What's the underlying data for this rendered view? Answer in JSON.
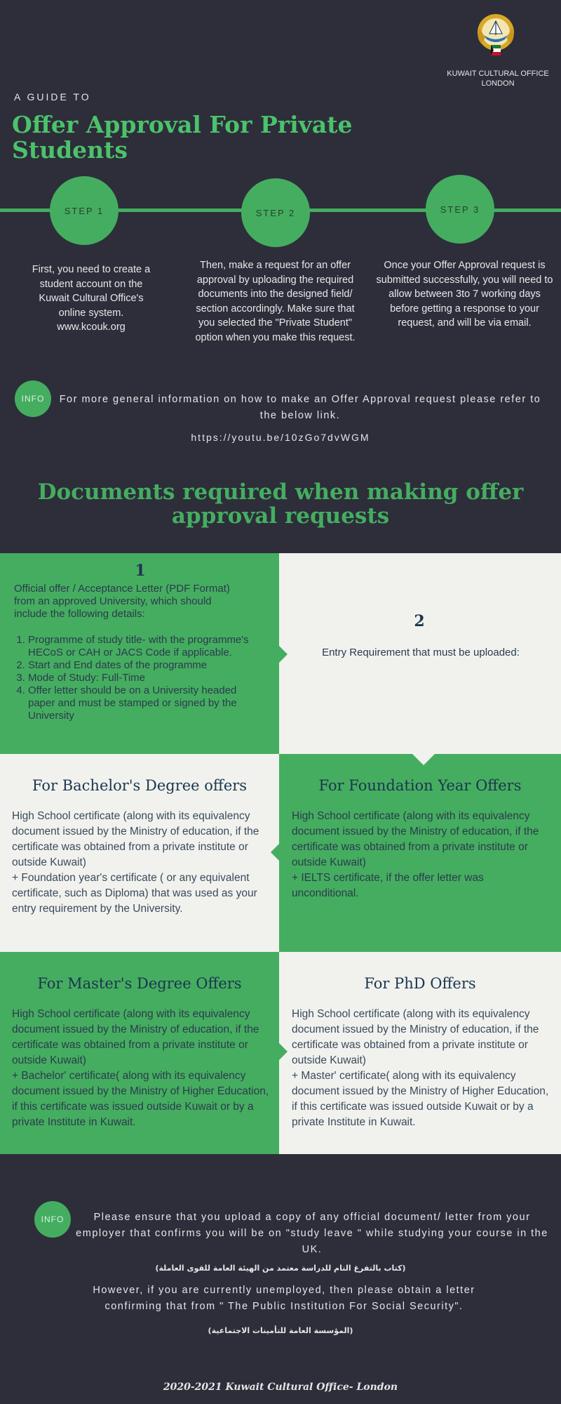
{
  "header": {
    "office_name": "KUWAIT CULTURAL OFFICE LONDON",
    "guide_to": "A GUIDE TO",
    "title": "Offer Approval For Private Students",
    "logo_icon": "kuwait-emblem-icon"
  },
  "steps": [
    {
      "label": "STEP 1",
      "text": "First, you need to create a student account on the Kuwait Cultural Office's online system. www.kcouk.org"
    },
    {
      "label": "STEP 2",
      "text": "Then, make a request for an offer approval by uploading the required documents into the designed field/ section accordingly. Make sure that you selected the \"Private Student\" option when you make this request."
    },
    {
      "label": "STEP 3",
      "text": "Once your Offer Approval request is submitted successfully, you will need to allow between 3to 7 working days before getting a response to your request, and will be via email."
    }
  ],
  "info1": {
    "badge": "INFO",
    "text": "For more general information on how to make an Offer Approval request please refer to the below link.",
    "link": "https://youtu.be/10zGo7dvWGM"
  },
  "documents": {
    "title": "Documents required when making offer approval requests",
    "box1": {
      "number": "1",
      "intro": "Official offer / Acceptance Letter (PDF Format) from an approved University, which should include the following details:",
      "items": [
        "Programme of study title- with the programme's HECoS or CAH or JACS Code if applicable.",
        "Start and End dates of the programme",
        "Mode of Study: Full-Time",
        "Offer letter should be on a University headed paper and must be stamped or signed by the University"
      ]
    },
    "box2": {
      "number": "2",
      "text": "Entry Requirement that must be uploaded:"
    },
    "bachelor": {
      "title": "For Bachelor's Degree offers",
      "text": "High School certificate (along with its equivalency document issued by the Ministry of education, if the certificate was obtained from a private institute or outside Kuwait)\n+ Foundation year's certificate ( or any equivalent certificate, such as Diploma) that was used as your entry requirement by the University."
    },
    "foundation": {
      "title": "For Foundation Year Offers",
      "text": "High School certificate (along with its equivalency document issued by the Ministry of education, if the certificate was obtained from a private institute or outside Kuwait)\n+ IELTS certificate, if the offer letter was unconditional."
    },
    "master": {
      "title": "For Master's Degree Offers",
      "text": "High School certificate (along with its equivalency document issued by the Ministry of education, if the certificate was obtained from a private institute or outside Kuwait)\n+ Bachelor' certificate( along with its equivalency document issued by the Ministry of Higher Education, if this certificate was issued outside Kuwait or by a private Institute in Kuwait."
    },
    "phd": {
      "title": "For PhD Offers",
      "text": "High School certificate (along with its equivalency document issued by the Ministry of education, if the certificate was obtained from a private institute or outside Kuwait)\n+ Master' certificate( along with its equivalency document issued by the Ministry of Higher Education, if this certificate was issued outside Kuwait or by a private Institute in Kuwait."
    }
  },
  "info2": {
    "badge": "INFO",
    "text1": "Please ensure that you upload a copy of any official document/ letter from your employer that confirms you will be on \"study leave \" while studying your course in the UK.",
    "arabic1": "(كتاب بالتفرغ التام للدراسة معتمد من الهيئة العامة للقوى العاملة)",
    "text2": "However, if you are currently unemployed, then please obtain a letter confirming that from \" The Public Institution For Social Security\".",
    "arabic2": "(المؤسسة العامة للتأمينات الاجتماعية)"
  },
  "footer": "2020-2021 Kuwait Cultural Office- London",
  "colors": {
    "background": "#2d2e3a",
    "accent": "#45ad60",
    "light_panel": "#f1f2ee",
    "navy_text": "#1c3550"
  }
}
